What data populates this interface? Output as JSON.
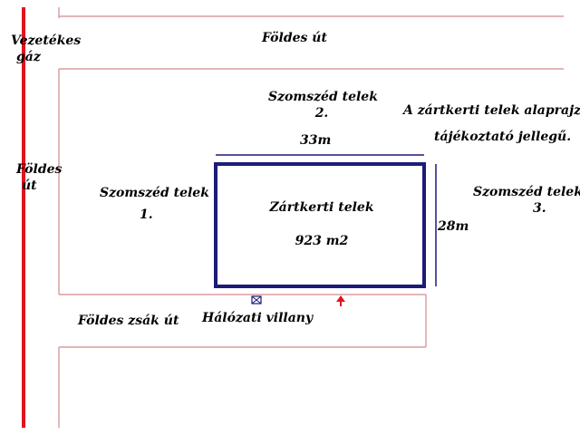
{
  "labels": {
    "gas_line": {
      "line1": "Vezetékes",
      "line2": "gáz"
    },
    "dirt_road_top": "Földes út",
    "dirt_road_left": {
      "line1": "Földes",
      "line2": "út"
    },
    "neighbor_2": {
      "line1": "Szomszéd telek",
      "line2": "2."
    },
    "neighbor_1": {
      "line1": "Szomszéd telek",
      "line2": "1."
    },
    "neighbor_3": {
      "line1": "Szomszéd telek",
      "line2": "3."
    },
    "main_plot": {
      "title": "Zártkerti telek",
      "area": "923 m2"
    },
    "dim_width": "33m",
    "dim_height": "28m",
    "note": {
      "line1": "A zártkerti telek alaprajza",
      "line2": "tájékoztató jellegű."
    },
    "dead_end_road": "Földes zsák út",
    "electricity": "Hálózati villany"
  },
  "colors": {
    "gas_line": "#e0141e",
    "plot_border": "#1c1c78",
    "road_lines": "#d08a8a",
    "dimension_lines": "#1c1c78",
    "marker_arrow": "#e0141e"
  },
  "icons": {
    "electricity_box": "electric-box-icon",
    "arrow": "arrow-up-icon"
  }
}
